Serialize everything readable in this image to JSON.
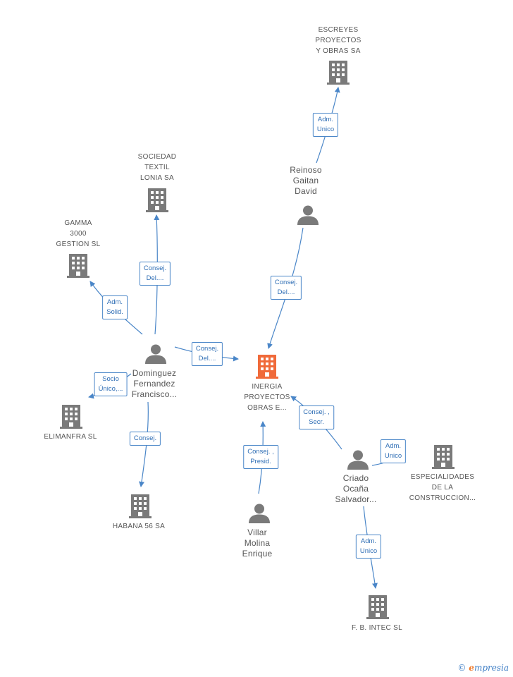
{
  "colors": {
    "edge": "#4a86c8",
    "company_icon": "#7a7a7a",
    "focus_icon": "#f06a3a",
    "person_icon": "#7a7a7a",
    "label_text": "#555555",
    "edge_label_text": "#2f6eb5"
  },
  "nodes": [
    {
      "id": "escreyes",
      "type": "company",
      "icon": "building-icon",
      "label_lines": [
        "ESCREYES",
        "PROYECTOS",
        "Y OBRAS SA"
      ]
    },
    {
      "id": "sociedad_textil",
      "type": "company",
      "icon": "building-icon",
      "label_lines": [
        "SOCIEDAD",
        "TEXTIL",
        "LONIA SA"
      ]
    },
    {
      "id": "gamma",
      "type": "company",
      "icon": "building-icon",
      "label_lines": [
        "GAMMA",
        "3000",
        "GESTION SL"
      ]
    },
    {
      "id": "reinoso",
      "type": "person",
      "icon": "person-icon",
      "label_lines": [
        "Reinoso",
        "Gaitan",
        "David"
      ]
    },
    {
      "id": "dominguez",
      "type": "person",
      "icon": "person-icon",
      "label_lines": [
        "Dominguez",
        "Fernandez",
        "Francisco..."
      ]
    },
    {
      "id": "inergia",
      "type": "company",
      "focus": true,
      "icon": "building-icon",
      "label_lines": [
        "INERGIA",
        "PROYECTOS",
        "OBRAS E..."
      ]
    },
    {
      "id": "elimanfra",
      "type": "company",
      "icon": "building-icon",
      "label_lines": [
        "ELIMANFRA SL"
      ]
    },
    {
      "id": "habana",
      "type": "company",
      "icon": "building-icon",
      "label_lines": [
        "HABANA 56 SA"
      ]
    },
    {
      "id": "criado",
      "type": "person",
      "icon": "person-icon",
      "label_lines": [
        "Criado",
        "Ocaña",
        "Salvador..."
      ]
    },
    {
      "id": "especialidades",
      "type": "company",
      "icon": "building-icon",
      "label_lines": [
        "ESPECIALIDADES",
        "DE LA",
        "CONSTRUCCION..."
      ]
    },
    {
      "id": "villar",
      "type": "person",
      "icon": "person-icon",
      "label_lines": [
        "Villar",
        "Molina",
        "Enrique"
      ]
    },
    {
      "id": "fb_intec",
      "type": "company",
      "icon": "building-icon",
      "label_lines": [
        "F. B. INTEC SL"
      ]
    }
  ],
  "edges": [
    {
      "from": "reinoso",
      "to": "escreyes",
      "label_lines": [
        "Adm.",
        "Unico"
      ]
    },
    {
      "from": "reinoso",
      "to": "inergia",
      "label_lines": [
        "Consej.",
        "Del...."
      ]
    },
    {
      "from": "dominguez",
      "to": "sociedad_textil",
      "label_lines": [
        "Consej.",
        "Del...."
      ]
    },
    {
      "from": "dominguez",
      "to": "gamma",
      "label_lines": [
        "Adm.",
        "Solid."
      ]
    },
    {
      "from": "dominguez",
      "to": "inergia",
      "label_lines": [
        "Consej.",
        "Del...."
      ]
    },
    {
      "from": "dominguez",
      "to": "elimanfra",
      "label_lines": [
        "Socio",
        "Único,..."
      ]
    },
    {
      "from": "dominguez",
      "to": "habana",
      "label_lines": [
        "Consej."
      ]
    },
    {
      "from": "criado",
      "to": "inergia",
      "label_lines": [
        "Consej. ,",
        "Secr."
      ]
    },
    {
      "from": "criado",
      "to": "especialidades",
      "label_lines": [
        "Adm.",
        "Unico"
      ]
    },
    {
      "from": "criado",
      "to": "fb_intec",
      "label_lines": [
        "Adm.",
        "Unico"
      ]
    },
    {
      "from": "villar",
      "to": "inergia",
      "label_lines": [
        "Consej. ,",
        "Presid."
      ]
    }
  ],
  "brand": {
    "copyright": "©",
    "e": "e",
    "rest": "mpresia"
  }
}
